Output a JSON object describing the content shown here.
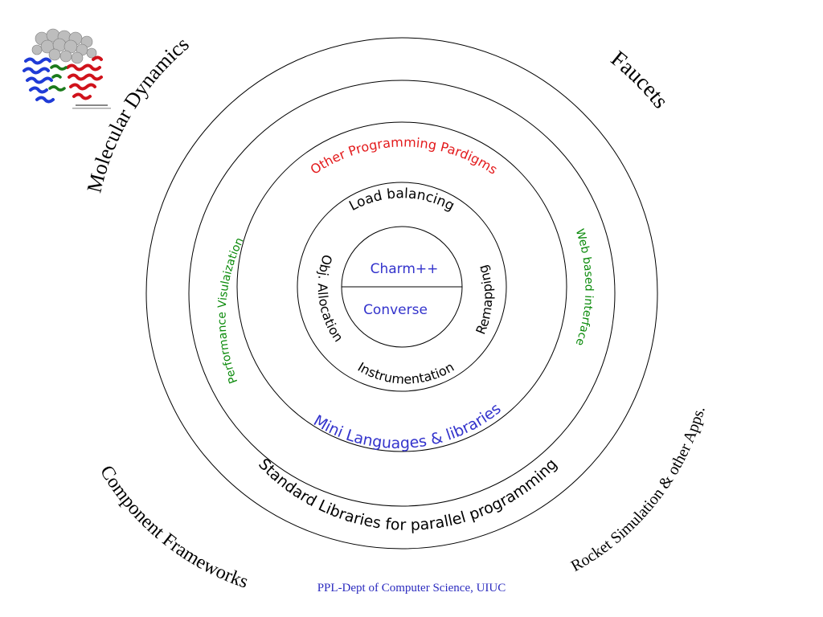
{
  "colors": {
    "red": "#e31a1c",
    "green": "#0a8a0a",
    "blue": "#3333cc",
    "black": "#000000"
  },
  "core": {
    "top": "Charm++",
    "bottom": "Converse"
  },
  "ring_services": {
    "top": "Load balancing",
    "right": "Remapping",
    "bottom": "Instrumentation",
    "left": "Obj. Allocation"
  },
  "ring_paradigms": {
    "top": "Other Programming Pardigms",
    "right": "Web based interface",
    "bottom": "Mini Languages & libraries",
    "left": "Performance Visulaization"
  },
  "ring_libraries": {
    "bottom": "Standard Libraries for parallel programming"
  },
  "applications": {
    "top_left": "Molecular Dynamics",
    "top_right": "Faucets",
    "bottom_left": "Component Frameworks",
    "bottom_right": "Rocket Simulation & other Apps."
  },
  "molecule_image": {
    "caption": "",
    "icon": "protein-structure-image"
  },
  "footer": "PPL-Dept of Computer Science, UIUC"
}
